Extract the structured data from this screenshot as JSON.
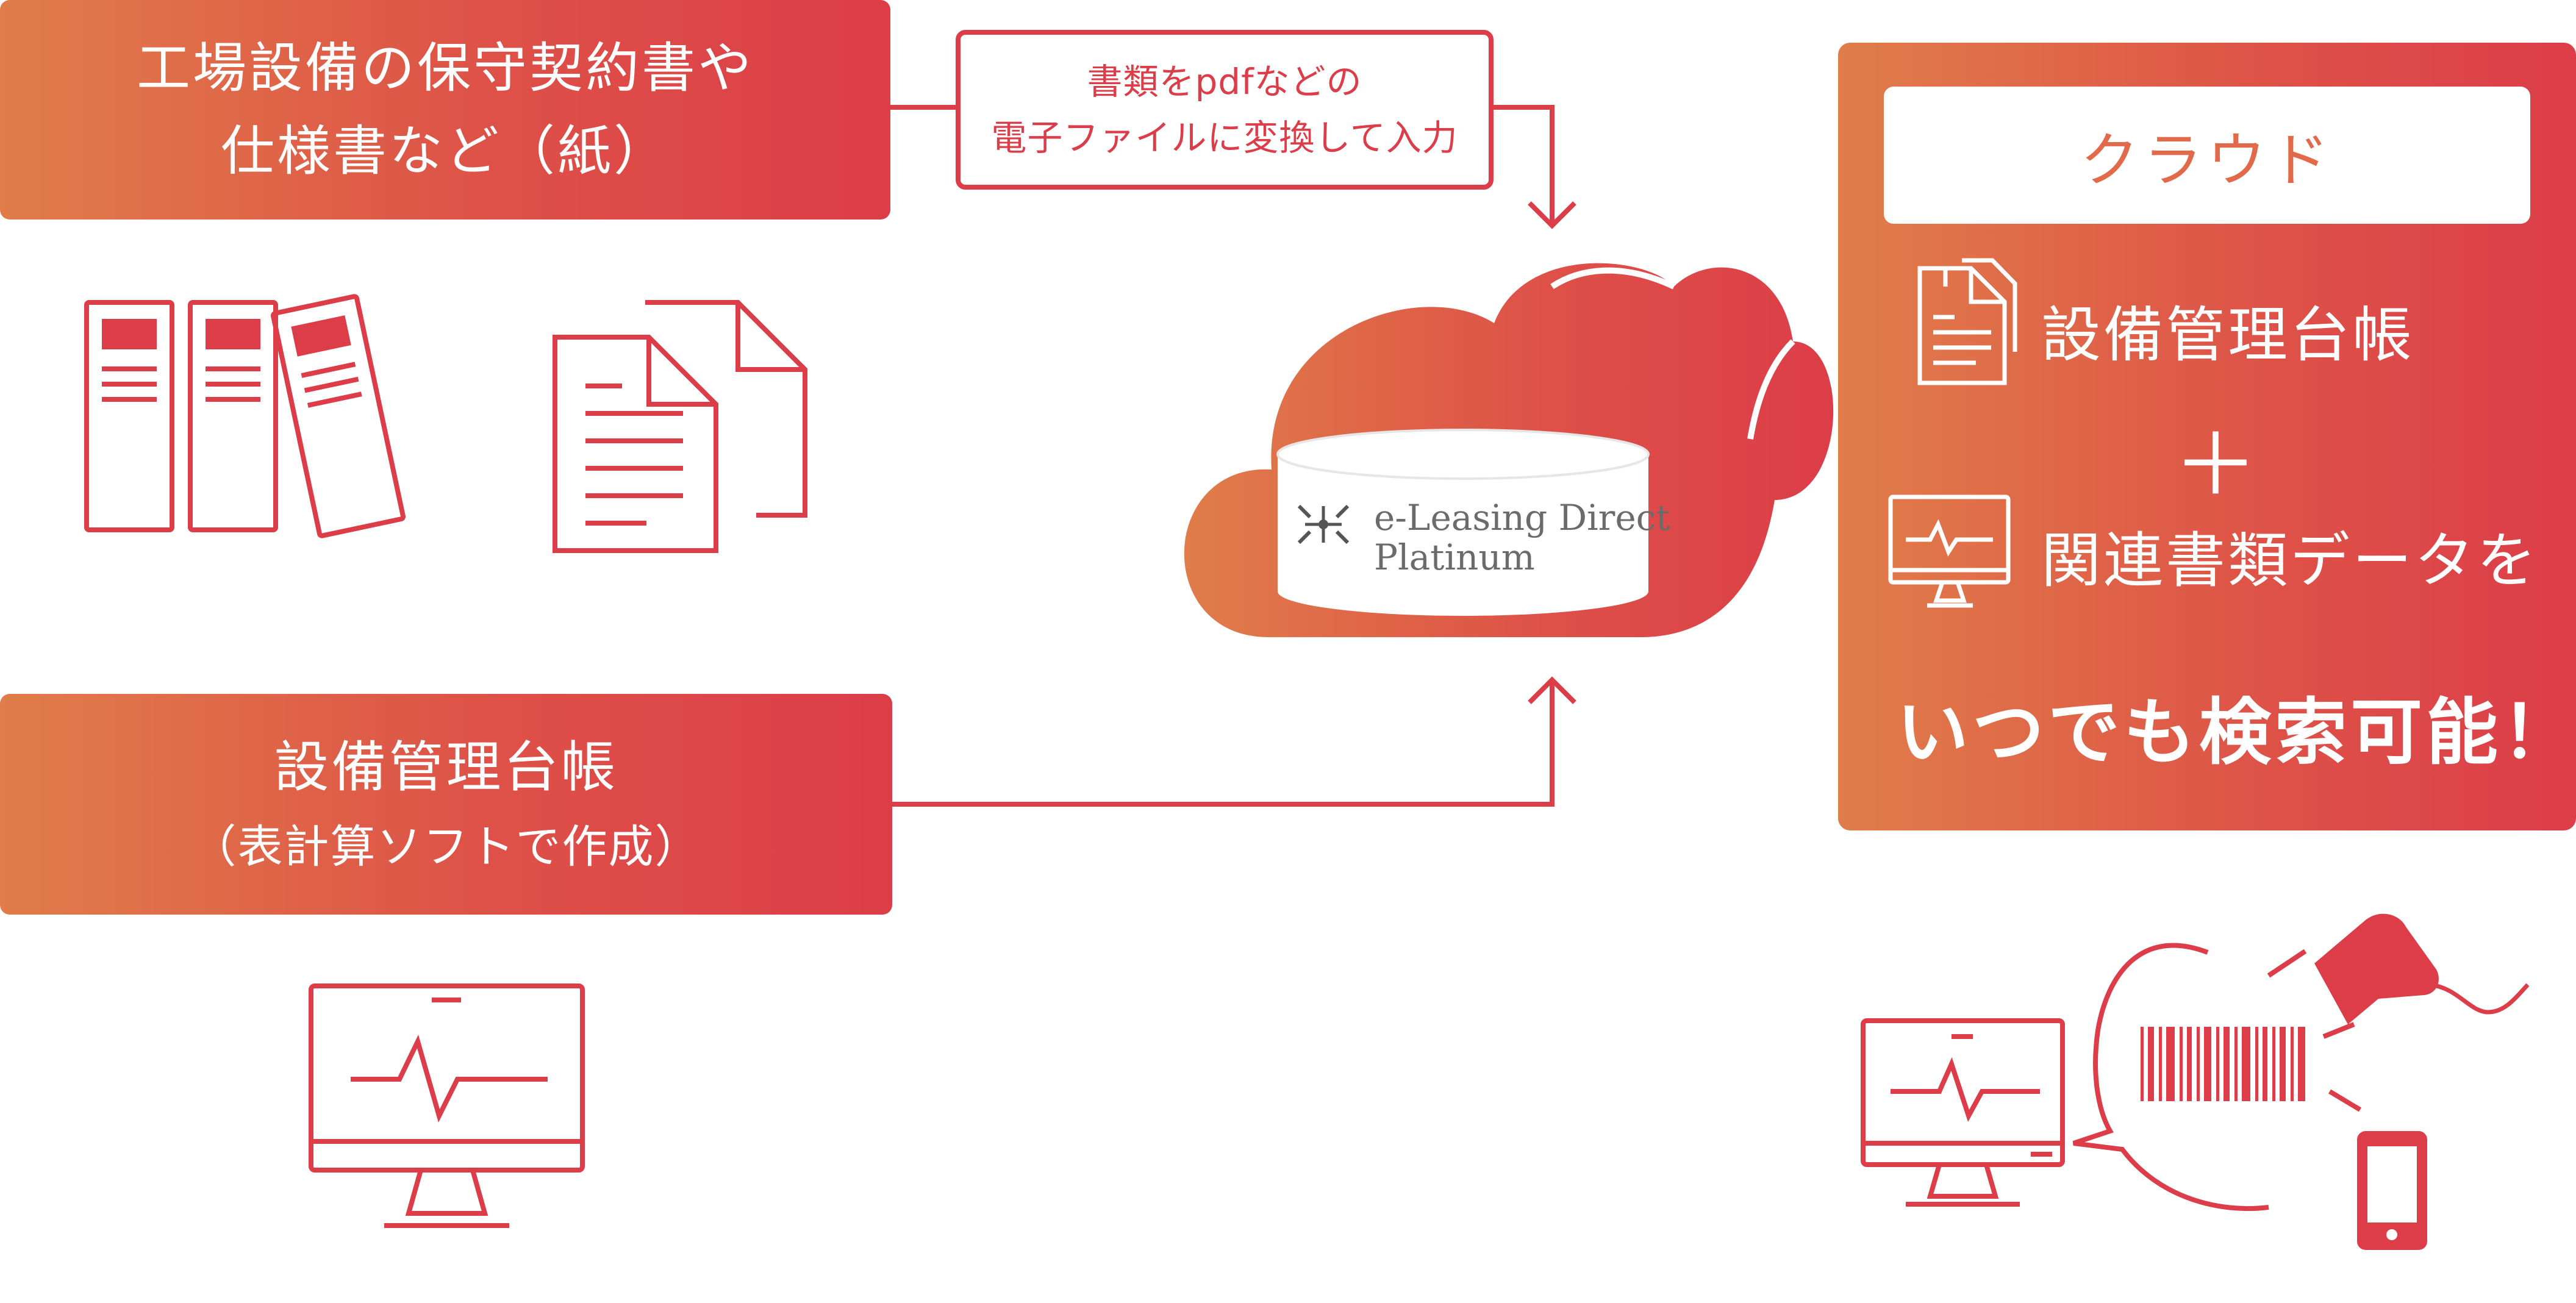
{
  "paper_box": {
    "line1": "工場設備の保守契約書や",
    "line2": "仕様書など（紙）"
  },
  "convert_label": {
    "line1": "書類をpdfなどの",
    "line2": "電子ファイルに変換して入力"
  },
  "ledger_box": {
    "line1": "設備管理台帳",
    "line2": "（表計算ソフトで作成）"
  },
  "cloud_brand": {
    "line1": "e-Leasing Direct",
    "line2": "Platinum"
  },
  "panel": {
    "header": "クラウド",
    "item1": "設備管理台帳",
    "plus": "＋",
    "item2": "関連書類データを",
    "tagline": "いつでも検索可能！"
  },
  "colors": {
    "accent_red": "#dc3d48",
    "accent_orange": "#e07d49"
  },
  "icons": [
    "binders-icon",
    "documents-icon",
    "monitor-icon",
    "cloud-database-icon",
    "barcode-icon",
    "barcode-scanner-icon",
    "smartphone-icon"
  ]
}
